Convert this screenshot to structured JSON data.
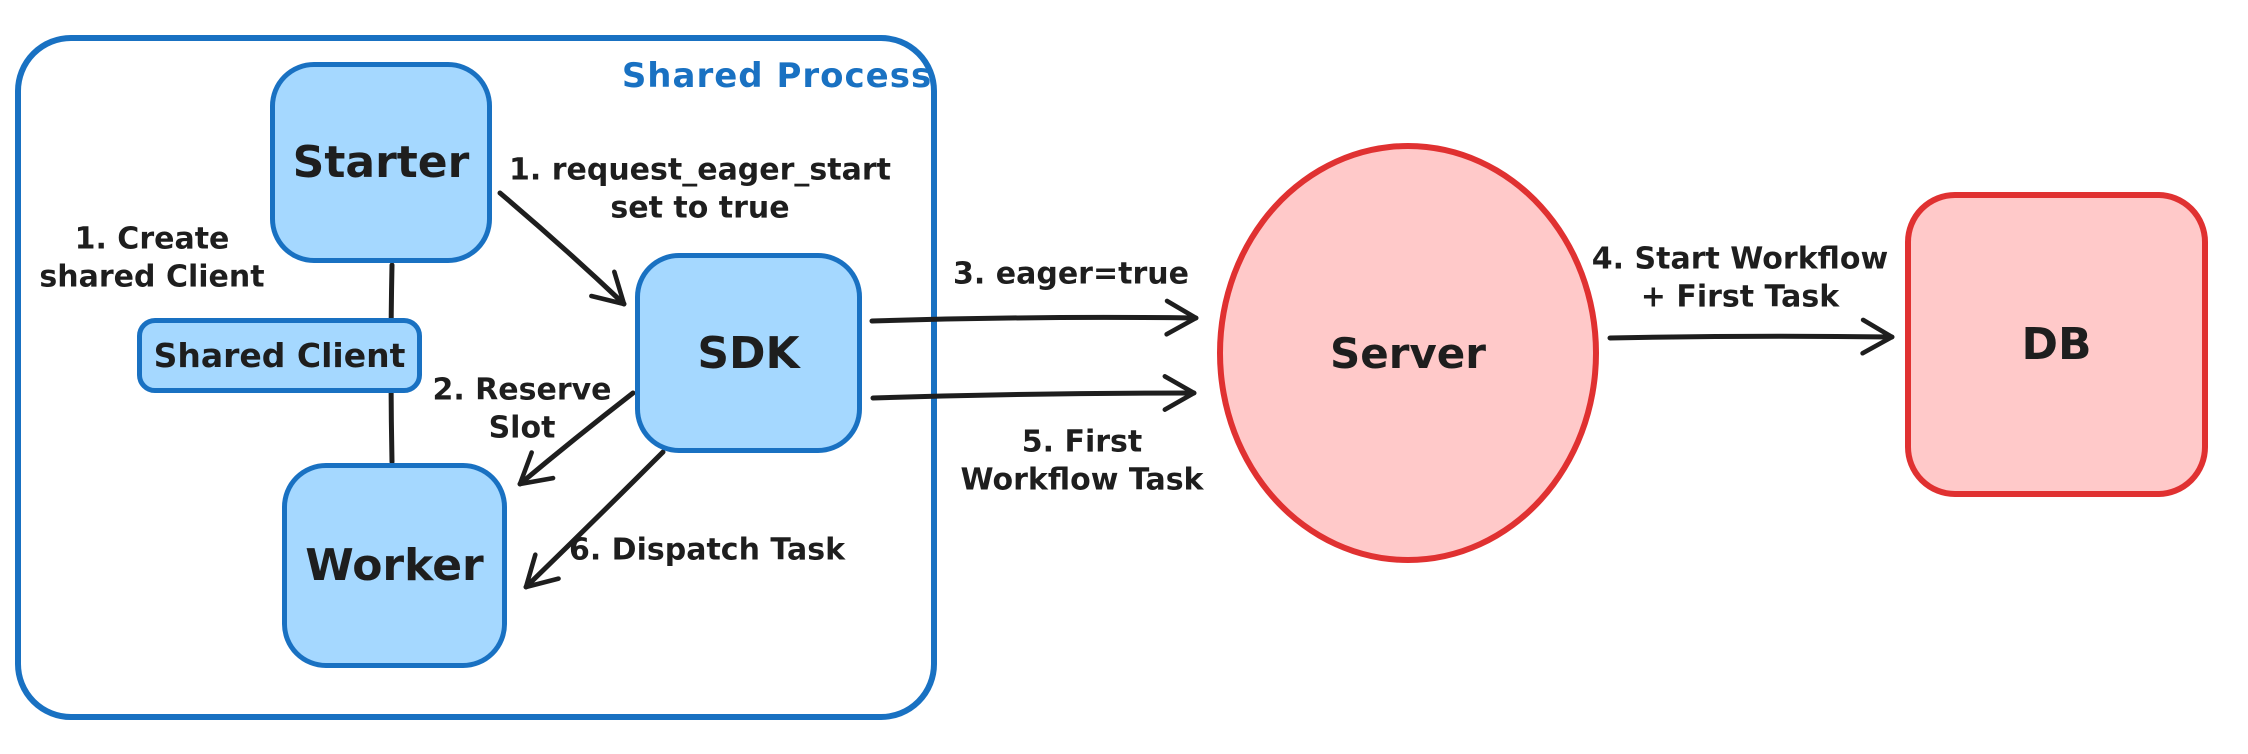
{
  "diagram": {
    "container_label": "Shared Process",
    "nodes": {
      "starter": "Starter",
      "shared_client": "Shared Client",
      "worker": "Worker",
      "sdk": "SDK",
      "server": "Server",
      "db": "DB"
    },
    "annotations": {
      "create_client": "1. Create\nshared Client",
      "request_eager": "1. request_eager_start\nset to true",
      "reserve_slot": "2. Reserve\nSlot",
      "eager_true": "3. eager=true",
      "start_workflow": "4. Start Workflow\n+ First Task",
      "first_workflow_task": "5. First\nWorkflow Task",
      "dispatch_task": "6. Dispatch Task"
    },
    "colors": {
      "blue_stroke": "#1971c2",
      "blue_fill": "#a5d8ff",
      "red_stroke": "#e03131",
      "red_fill": "#ffc9c9",
      "ink": "#1e1e1e"
    }
  }
}
